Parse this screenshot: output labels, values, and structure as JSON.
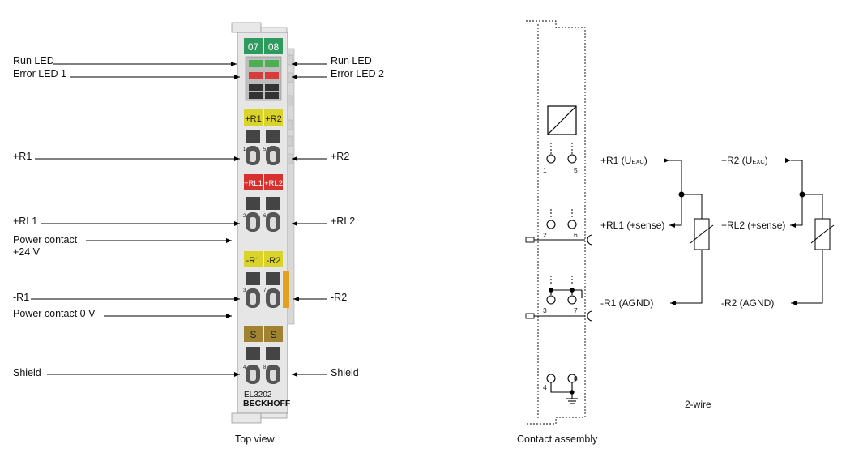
{
  "terminal": {
    "model": "EL3202",
    "brand": "BECKHOFF",
    "channel_numbers": [
      "07",
      "08"
    ],
    "r1_plus": "+R1",
    "r2_plus": "+R2",
    "rl1_plus": "+RL1",
    "rl2_plus": "+RL2",
    "r1_minus": "-R1",
    "r2_minus": "-R2",
    "shield1": "S",
    "shield2": "S",
    "pin_numbers": [
      "1",
      "5",
      "2",
      "6",
      "3",
      "7",
      "4",
      "8"
    ]
  },
  "left_labels": {
    "run_led_left": "Run LED",
    "error_led_1": "Error LED 1",
    "r1": "+R1",
    "rl1": "+RL1",
    "power_contact_24v_line1": "Power contact",
    "power_contact_24v_line2": "+24 V",
    "minus_r1": "-R1",
    "power_contact_0v": "Power contact 0 V",
    "shield_left": "Shield"
  },
  "right_labels": {
    "run_led_right": "Run LED",
    "error_led_2": "Error LED 2",
    "r2": "+R2",
    "rl2": "+RL2",
    "minus_r2": "-R2",
    "shield_right": "Shield"
  },
  "top_view_caption": "Top view",
  "contact": {
    "caption": "Contact assembly",
    "pins": [
      "1",
      "5",
      "2",
      "6",
      "3",
      "7",
      "4",
      "8"
    ],
    "ch1": {
      "exc_prefix": "+R1 (U",
      "exc_sub": "EXC",
      "exc_suffix": ")",
      "sense": "+RL1 (+sense)",
      "agnd": "-R1 (AGND)"
    },
    "ch2": {
      "exc_prefix": "+R2 (U",
      "exc_sub": "EXC",
      "exc_suffix": ")",
      "sense": "+RL2 (+sense)",
      "agnd": "-R2 (AGND)"
    },
    "wire_mode": "2-wire"
  },
  "colors": {
    "green_led_label": "#2f9a5e",
    "yellow_label": "#d9d32a",
    "red_label": "#d6312f",
    "shield_brown": "#a08332",
    "orange_tab": "#e2a21e",
    "body_gray": "#e4e4e4"
  }
}
